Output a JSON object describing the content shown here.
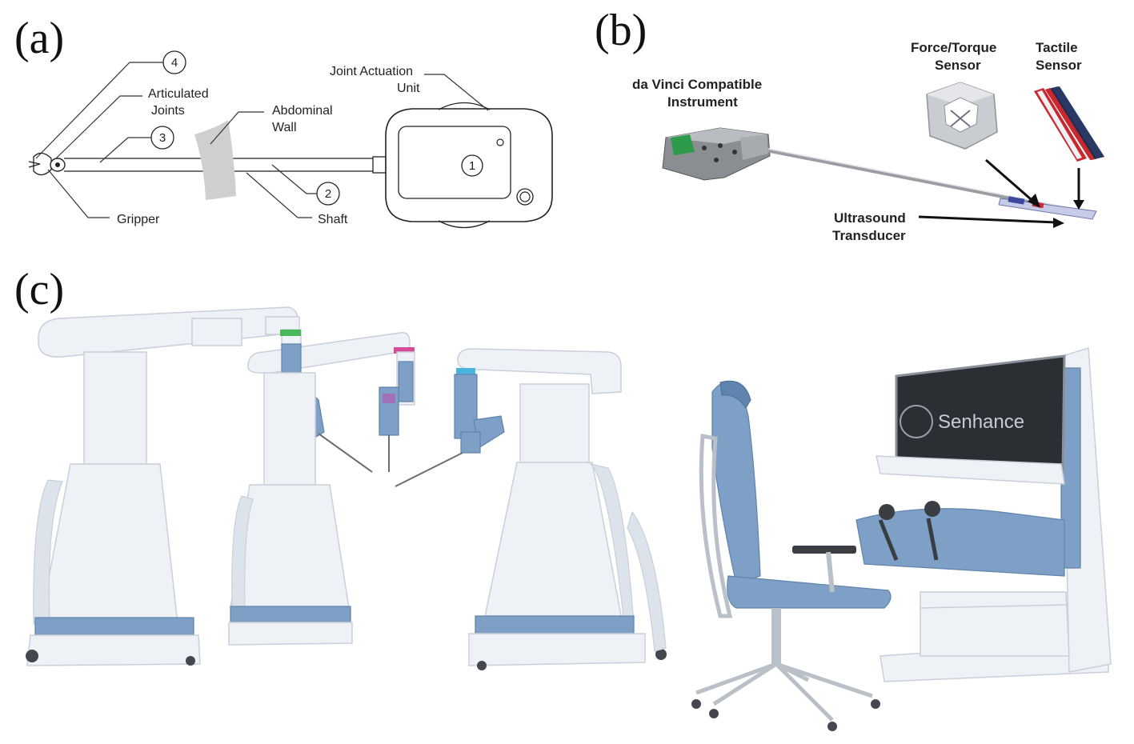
{
  "panels": {
    "a": {
      "label": "(a)",
      "labels": {
        "joint_actuation_line1": "Joint Actuation",
        "joint_actuation_line2": "Unit",
        "articulated_line1": "Articulated",
        "articulated_line2": "Joints",
        "abdominal_line1": "Abdominal",
        "abdominal_line2": "Wall",
        "gripper": "Gripper",
        "shaft": "Shaft"
      },
      "numbers": {
        "n1": "1",
        "n2": "2",
        "n3": "3",
        "n4": "4"
      }
    },
    "b": {
      "label": "(b)",
      "labels": {
        "davinci_line1": "da Vinci  Compatible",
        "davinci_line2": "Instrument",
        "ft_line1": "Force/Torque",
        "ft_line2": "Sensor",
        "tactile_line1": "Tactile",
        "tactile_line2": "Sensor",
        "us_line1": "Ultrasound",
        "us_line2": "Transducer"
      }
    },
    "c": {
      "label": "(c)",
      "screen_brand": "Senhance"
    }
  },
  "colors": {
    "line": "#222222",
    "robot_white": "#eef1f5",
    "robot_blue": "#7ea0c6",
    "sensor_red": "#c8282e",
    "sensor_navy": "#1f2a4d",
    "screen": "#2b2e33"
  }
}
